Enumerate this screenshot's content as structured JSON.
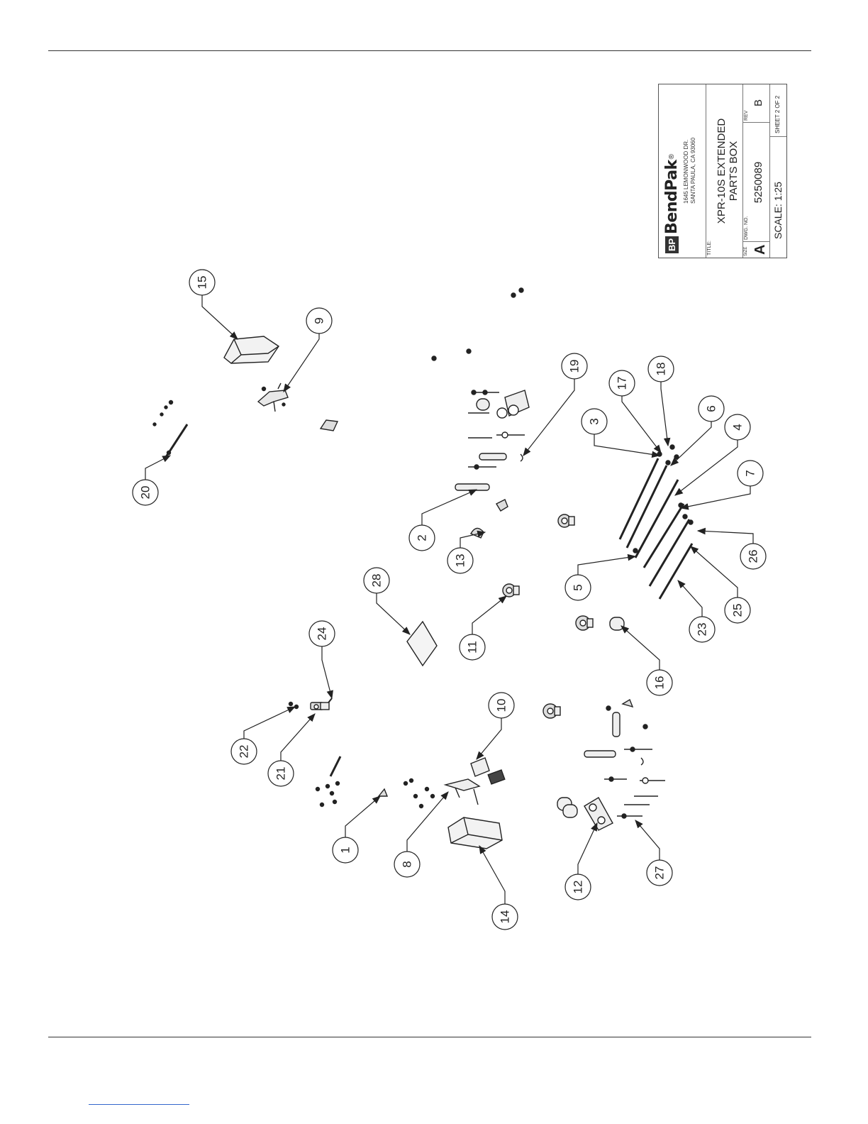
{
  "title_block": {
    "logo_mark": "BP",
    "brand": "BendPak",
    "brand_mark": "®",
    "address_line1": "1645 LEMONWOOD DR.",
    "address_line2": "SANTA PAULA, CA 93060",
    "title_label": "TITLE:",
    "title_line1": "XPR-10S EXTENDED",
    "title_line2": "PARTS BOX",
    "size_label": "SIZE",
    "size": "A",
    "dwg_label": "DWG.  NO.",
    "dwg_no": "5250089",
    "rev_label": "REV",
    "rev": "B",
    "scale": "SCALE: 1:25",
    "sheet": "SHEET 2 OF 2"
  },
  "balloons": [
    {
      "id": "15",
      "label": "15"
    },
    {
      "id": "9",
      "label": "9"
    },
    {
      "id": "20",
      "label": "20"
    },
    {
      "id": "19",
      "label": "19"
    },
    {
      "id": "17",
      "label": "17"
    },
    {
      "id": "18",
      "label": "18"
    },
    {
      "id": "3",
      "label": "3"
    },
    {
      "id": "6",
      "label": "6"
    },
    {
      "id": "4",
      "label": "4"
    },
    {
      "id": "7",
      "label": "7"
    },
    {
      "id": "2",
      "label": "2"
    },
    {
      "id": "13",
      "label": "13"
    },
    {
      "id": "28",
      "label": "28"
    },
    {
      "id": "5",
      "label": "5"
    },
    {
      "id": "26",
      "label": "26"
    },
    {
      "id": "25",
      "label": "25"
    },
    {
      "id": "23",
      "label": "23"
    },
    {
      "id": "11",
      "label": "11"
    },
    {
      "id": "24",
      "label": "24"
    },
    {
      "id": "16",
      "label": "16"
    },
    {
      "id": "10",
      "label": "10"
    },
    {
      "id": "22",
      "label": "22"
    },
    {
      "id": "21",
      "label": "21"
    },
    {
      "id": "1",
      "label": "1"
    },
    {
      "id": "8",
      "label": "8"
    },
    {
      "id": "12",
      "label": "12"
    },
    {
      "id": "27",
      "label": "27"
    },
    {
      "id": "14",
      "label": "14"
    }
  ]
}
